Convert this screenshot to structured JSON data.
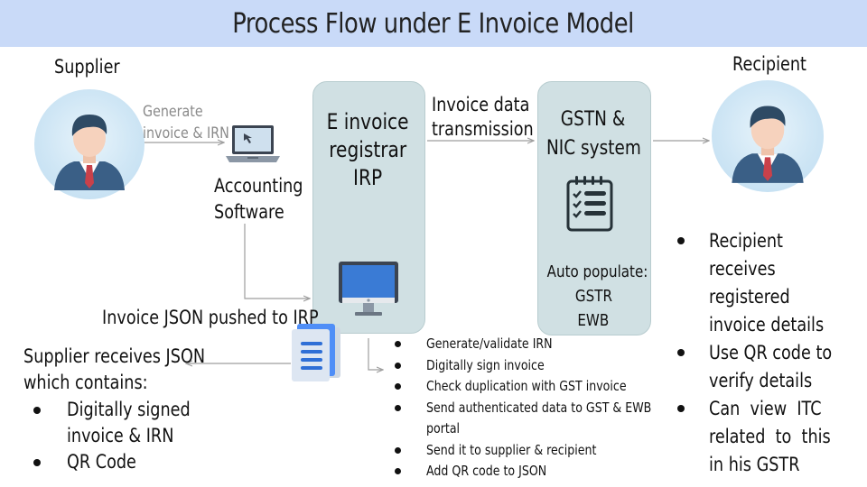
{
  "title": "Process Flow under E Invoice Model",
  "supplier": {
    "label": "Supplier",
    "step_text_1": "Generate",
    "step_text_2": "invoice & IRN"
  },
  "accounting": {
    "line1": "Accounting",
    "line2": "Software"
  },
  "irp": {
    "line1": "E invoice",
    "line2": "registrar",
    "line3": "IRP"
  },
  "transmission": {
    "line1": "Invoice data",
    "line2": "transmission"
  },
  "gstn": {
    "line1": "GSTN &",
    "line2": "NIC system",
    "auto1": "Auto populate:",
    "auto2": "GSTR",
    "auto3": "EWB"
  },
  "recipient": {
    "label": "Recipient",
    "bullets": [
      [
        "Recipient",
        "receives",
        "registered",
        "invoice details"
      ],
      [
        "Use QR code to",
        "verify details"
      ],
      [
        "Can  view  ITC",
        "related  to  this",
        "in his GSTR"
      ]
    ]
  },
  "json_pushed": "Invoice JSON pushed to IRP",
  "supplier_receives": {
    "line1": "Supplier receives JSON",
    "line2": "which contains:",
    "bullets": [
      [
        "Digitally signed",
        "invoice & IRN"
      ],
      [
        "QR Code"
      ]
    ]
  },
  "irp_steps": [
    [
      "Generate/validate IRN"
    ],
    [
      "Digitally sign invoice"
    ],
    [
      "Check duplication with GST invoice"
    ],
    [
      "Send authenticated data to GST & EWB",
      "portal"
    ],
    [
      "Send it to supplier & recipient"
    ],
    [
      "Add QR code to JSON"
    ]
  ],
  "colors": {
    "title_bg": "#c9daf8",
    "box_bg": "#d0e0e3",
    "arrow": "#9e9e9e",
    "avatar_bg": "#cfe6f5",
    "suit": "#3a5f86",
    "tie": "#c9414a",
    "hair": "#2e4a64",
    "skin": "#f6d2bd"
  },
  "icons": [
    "person-avatar-icon",
    "laptop-icon",
    "desktop-monitor-icon",
    "checklist-clipboard-icon",
    "document-icon"
  ]
}
